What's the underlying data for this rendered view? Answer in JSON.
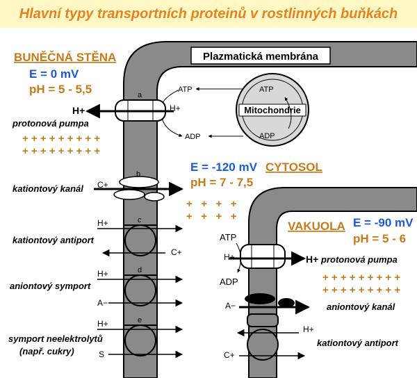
{
  "title": "Hlavní typy transportních proteinů v rostlinných buňkách",
  "colors": {
    "orange": "#c87918",
    "blue": "#1a5ad8",
    "membrane": "#888888",
    "title_bg": "#fff8c4"
  },
  "cell_wall": {
    "heading": "BUNĚČNÁ STĚNA",
    "voltage": "E = 0 mV",
    "ph": "pH = 5 - 5,5",
    "charges": [
      "+ + + + + + + + +",
      "+ + + + + + + + +"
    ]
  },
  "cytosol": {
    "heading": "CYTOSOL",
    "voltage": "E = -120 mV",
    "ph": "pH = 7 - 7,5",
    "charges": [
      "+   +   +   +",
      "+   +   +   +"
    ]
  },
  "vacuole": {
    "heading": "VAKUOLA",
    "voltage": "E = -90 mV",
    "ph": "pH = 5 - 6",
    "charges": [
      "+ + + + + + + + +",
      "+ + + + + + + + +"
    ]
  },
  "membrane_label": "Plazmatická membrána",
  "mitochondria": {
    "label": "Mitochondrie",
    "atp": "ATP",
    "adp": "ADP"
  },
  "plasma_transporters": [
    {
      "letter": "a",
      "name": "protonová pumpa",
      "ions": [
        "H+",
        "H+"
      ],
      "atp": "ATP",
      "adp": "ADP"
    },
    {
      "letter": "b",
      "name": "kationtový kanál",
      "ions": [
        "C+"
      ]
    },
    {
      "letter": "c",
      "name": "kationtový antiport",
      "ions": [
        "H+",
        "C+"
      ]
    },
    {
      "letter": "d",
      "name": "aniontový symport",
      "ions": [
        "H+",
        "A−"
      ]
    },
    {
      "letter": "e",
      "name": "symport neelektrolytů",
      "name2": "(např. cukry)",
      "ions": [
        "H+",
        "S"
      ]
    }
  ],
  "vacuole_transporters": [
    {
      "name": "protonová pumpa",
      "ions": [
        "H+",
        "H+"
      ],
      "atp": "ATP",
      "adp": "ADP"
    },
    {
      "name": "aniontový kanál",
      "ions": [
        "A−"
      ]
    },
    {
      "name": "kationtový antiport",
      "ions": [
        "H+",
        "C+"
      ]
    }
  ]
}
